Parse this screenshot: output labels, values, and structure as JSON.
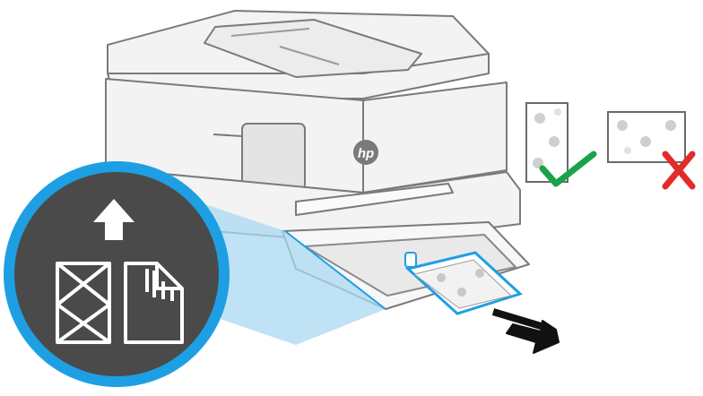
{
  "brand": {
    "logo_text": "hp"
  },
  "colors": {
    "background": "#ffffff",
    "printer_body": "#f3f3f3",
    "printer_outline": "#7a7a7a",
    "highlight_blue": "#1e9fe3",
    "highlight_fill": "#a9d8f2",
    "circle_bg": "#4a4a4a",
    "circle_ring": "#1e9fe3",
    "correct_green": "#1aa34a",
    "incorrect_red": "#e32b2b",
    "arrow_black": "#111111"
  },
  "icons": {
    "upload_arrow": "arrow-up-icon",
    "envelope": "envelope-icon",
    "paper": "paper-icon",
    "correct": "checkmark-icon",
    "incorrect": "x-mark-icon",
    "insert_arrow": "arrow-insert-icon",
    "hp_logo": "hp-logo-icon"
  },
  "orientation_examples": [
    {
      "name": "portrait",
      "status": "correct"
    },
    {
      "name": "landscape",
      "status": "incorrect"
    }
  ]
}
